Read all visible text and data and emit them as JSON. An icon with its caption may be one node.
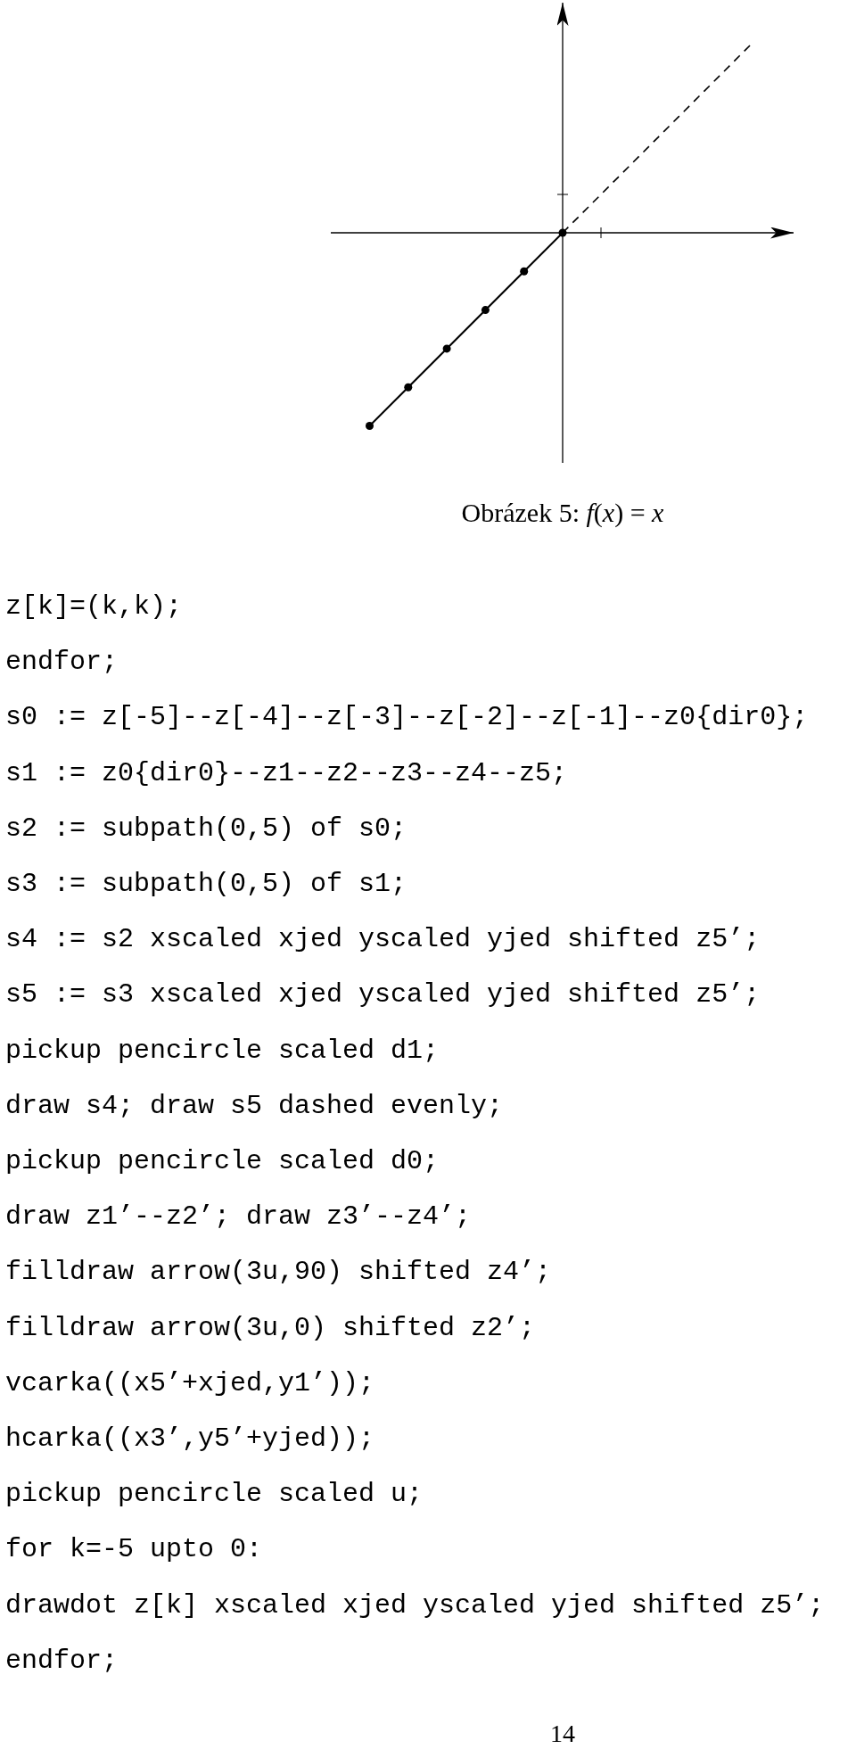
{
  "diagram": {
    "labels": [
      "Obrázek 5: *f*(*x*) = *x*",
      "z[k]=(k,k);",
      "endfor;",
      "s0 := z[-5]--z[-4]--z[-3]--z[-2]--z[-1]--z0{dir0};",
      "s1 := z0{dir0}--z1--z2--z3--z4--z5;",
      "s2 := subpath(0,5) of s0;",
      "s3 := subpath(0,5) of s1;",
      "s4 := s2 xscaled xjed yscaled yjed shifted z5’;",
      "s5 := s3 xscaled xjed yscaled yjed shifted z5’;",
      "pickup pencircle scaled d1;",
      "draw s4; draw s5 dashed evenly;",
      "pickup pencircle scaled d0;",
      "draw z1’--z2’; draw z3’--z4’;",
      "filldraw arrow(3u,90) shifted z4’;",
      "filldraw arrow(3u,0) shifted z2’;",
      "vcarka((x5’+xjed,y1’));",
      "hcarka((x3’,y5’+yjed));",
      "pickup pencircle scaled u;",
      "for k=-5 upto 0:",
      "drawdot z[k] xscaled xjed yscaled yjed shifted z5’;",
      "endfor;",
      "14"
    ]
  }
}
